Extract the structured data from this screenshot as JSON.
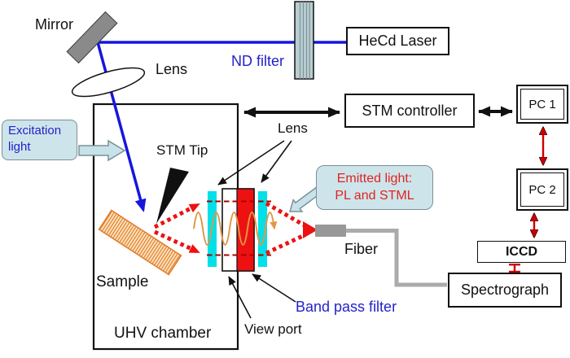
{
  "labels": {
    "mirror": "Mirror",
    "nd_filter": "ND filter",
    "lens_top": "Lens",
    "lens_mid": "Lens",
    "stm_tip": "STM Tip",
    "sample": "Sample",
    "uhv_chamber": "UHV chamber",
    "view_port": "View port",
    "band_pass_filter": "Band pass filter",
    "fiber": "Fiber"
  },
  "boxes": {
    "hecd_laser": "HeCd Laser",
    "stm_controller": "STM controller",
    "pc1": "PC 1",
    "pc2": "PC 2",
    "iccd": "ICCD",
    "spectrograph": "Spectrograph"
  },
  "callouts": {
    "excitation": {
      "line1": "Excitation",
      "line2": "light"
    },
    "emitted": {
      "line1": "Emitted light:",
      "line2": "PL  and STML"
    }
  },
  "colors": {
    "laser_blue": "#1616dd",
    "label_blue": "#2222cc",
    "signal_red": "#ee1111",
    "dashed_dark_red": "#aa0000",
    "data_link_red": "#cc0000",
    "lens_cyan": "#00e0e8",
    "callout_fill": "#cde5ea",
    "fiber_gray": "#ababab",
    "mirror_gray": "#8a8a8a",
    "sample_orange": "#e8923c",
    "wave_orange": "#e0974a",
    "nd_filter_fill": "#b9ced2"
  }
}
